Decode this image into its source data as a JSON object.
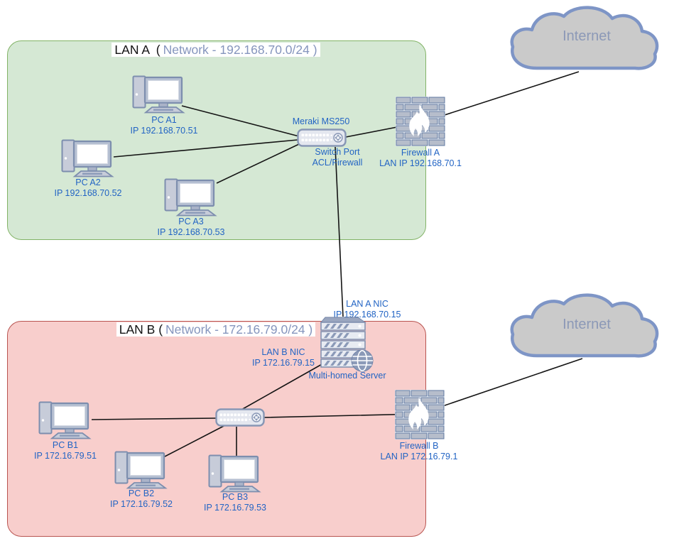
{
  "colors": {
    "lan_a_fill": "#d5e8d4",
    "lan_a_border": "#82b366",
    "lan_b_fill": "#f8cecc",
    "lan_b_border": "#b85450",
    "label_blue": "#2264c4",
    "title_network_blue": "#8595bd",
    "cloud_fill": "#cacaca",
    "cloud_border": "#7e95c6",
    "line_color": "#141414"
  },
  "lan_a": {
    "title_name": "LAN A  (",
    "title_network": "Network - 192.168.70.0/24 )"
  },
  "lan_b": {
    "title_name": "LAN B (",
    "title_network": "Network - 172.16.79.0/24 )"
  },
  "pc_a1": {
    "name": "PC A1",
    "ip": "IP 192.168.70.51"
  },
  "pc_a2": {
    "name": "PC A2",
    "ip": "IP 192.168.70.52"
  },
  "pc_a3": {
    "name": "PC A3",
    "ip": "IP 192.168.70.53"
  },
  "switch_a": {
    "model": "Meraki MS250",
    "note_line1": "Switch Port",
    "note_line2": "ACL/Firewall"
  },
  "firewall_a": {
    "name": "Firewall A",
    "ip": "LAN IP 192.168.70.1"
  },
  "internet_a": {
    "name": "Internet"
  },
  "server": {
    "name": "Multi-homed Server",
    "nic_a": "LAN A NIC",
    "nic_a_ip": "IP 192.168.70.15",
    "nic_b": "LAN B NIC",
    "nic_b_ip": "IP 172.16.79.15"
  },
  "pc_b1": {
    "name": "PC B1",
    "ip": "IP 172.16.79.51"
  },
  "pc_b2": {
    "name": "PC B2",
    "ip": "IP 172.16.79.52"
  },
  "pc_b3": {
    "name": "PC B3",
    "ip": "IP 172.16.79.53"
  },
  "firewall_b": {
    "name": "Firewall B",
    "ip": "LAN IP 172.16.79.1"
  },
  "internet_b": {
    "name": "Internet"
  },
  "connections": [
    {
      "from": "PC A1",
      "to": "Meraki MS250 switch"
    },
    {
      "from": "PC A2",
      "to": "Meraki MS250 switch"
    },
    {
      "from": "PC A3",
      "to": "Meraki MS250 switch"
    },
    {
      "from": "Meraki MS250 switch",
      "to": "Firewall A"
    },
    {
      "from": "Firewall A",
      "to": "Internet (top)"
    },
    {
      "from": "Meraki MS250 switch",
      "to": "Multi-homed Server LAN A NIC"
    },
    {
      "from": "Multi-homed Server LAN B NIC",
      "to": "LAN B switch"
    },
    {
      "from": "PC B1",
      "to": "LAN B switch"
    },
    {
      "from": "PC B2",
      "to": "LAN B switch"
    },
    {
      "from": "PC B3",
      "to": "LAN B switch"
    },
    {
      "from": "LAN B switch",
      "to": "Firewall B"
    },
    {
      "from": "Firewall B",
      "to": "Internet (bottom)"
    }
  ]
}
